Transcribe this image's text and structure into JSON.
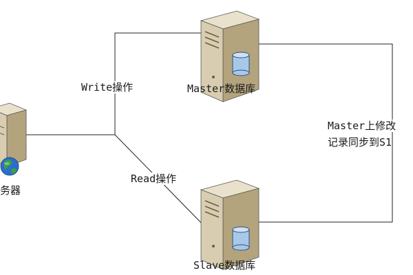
{
  "diagram": {
    "nodes": {
      "web_server": {
        "label": "务器",
        "icon": "server-globe-icon"
      },
      "master_db": {
        "label": "Master数据库",
        "icon": "server-database-icon"
      },
      "slave_db": {
        "label": "Slave数据库",
        "icon": "server-database-icon"
      }
    },
    "edges": {
      "write": {
        "label": "Write操作"
      },
      "read": {
        "label": "Read操作"
      },
      "replication": {
        "line1": "Master上修改",
        "line2": "记录同步到S1"
      }
    }
  },
  "colors": {
    "line": "#222222",
    "server_front": "#d8cdb0",
    "server_side": "#b3a47e",
    "server_top": "#e9e1cc",
    "globe_blue": "#2a6fc9",
    "globe_green": "#3aa044",
    "db_blue": "#a8c8ea"
  }
}
